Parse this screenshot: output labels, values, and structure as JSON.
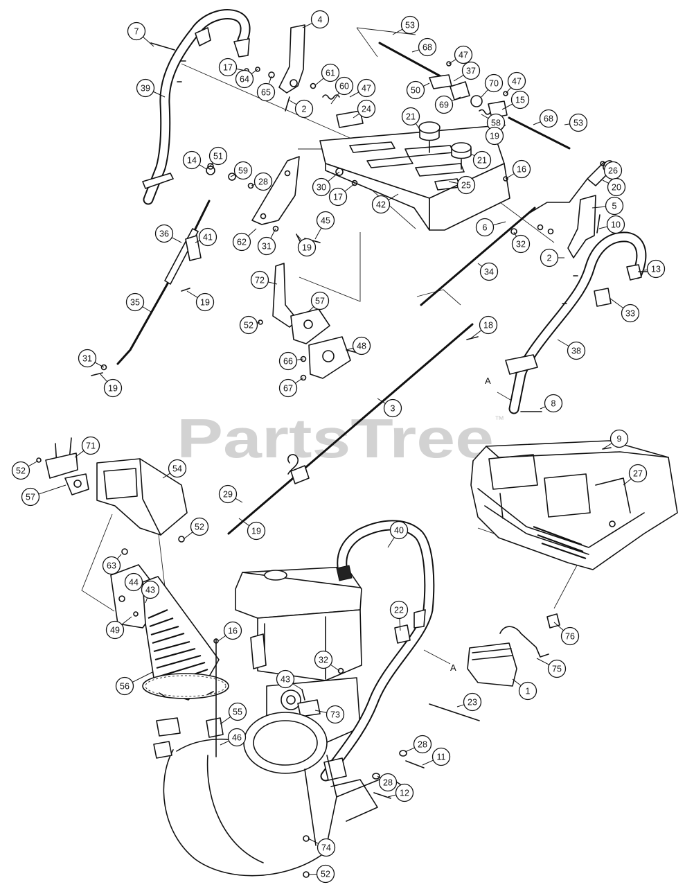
{
  "watermark": {
    "text": "PartsTree",
    "trademark": "™"
  },
  "reference_labels": [
    "A",
    "A"
  ],
  "callouts": [
    "7",
    "4",
    "53",
    "68",
    "47",
    "17",
    "64",
    "65",
    "61",
    "37",
    "39",
    "60",
    "47",
    "50",
    "70",
    "47",
    "2",
    "24",
    "69",
    "15",
    "21",
    "58",
    "68",
    "53",
    "19",
    "51",
    "21",
    "16",
    "26",
    "14",
    "59",
    "28",
    "30",
    "17",
    "25",
    "20",
    "42",
    "5",
    "45",
    "10",
    "6",
    "36",
    "41",
    "62",
    "31",
    "19",
    "32",
    "2",
    "34",
    "13",
    "72",
    "19",
    "35",
    "57",
    "33",
    "52",
    "18",
    "48",
    "38",
    "66",
    "31",
    "19",
    "67",
    "8",
    "3",
    "9",
    "71",
    "52",
    "54",
    "27",
    "57",
    "29",
    "52",
    "19",
    "63",
    "40",
    "44",
    "43",
    "49",
    "22",
    "76",
    "16",
    "32",
    "75",
    "56",
    "43",
    "1",
    "73",
    "23",
    "55",
    "46",
    "28",
    "11",
    "28",
    "12",
    "74",
    "52"
  ]
}
